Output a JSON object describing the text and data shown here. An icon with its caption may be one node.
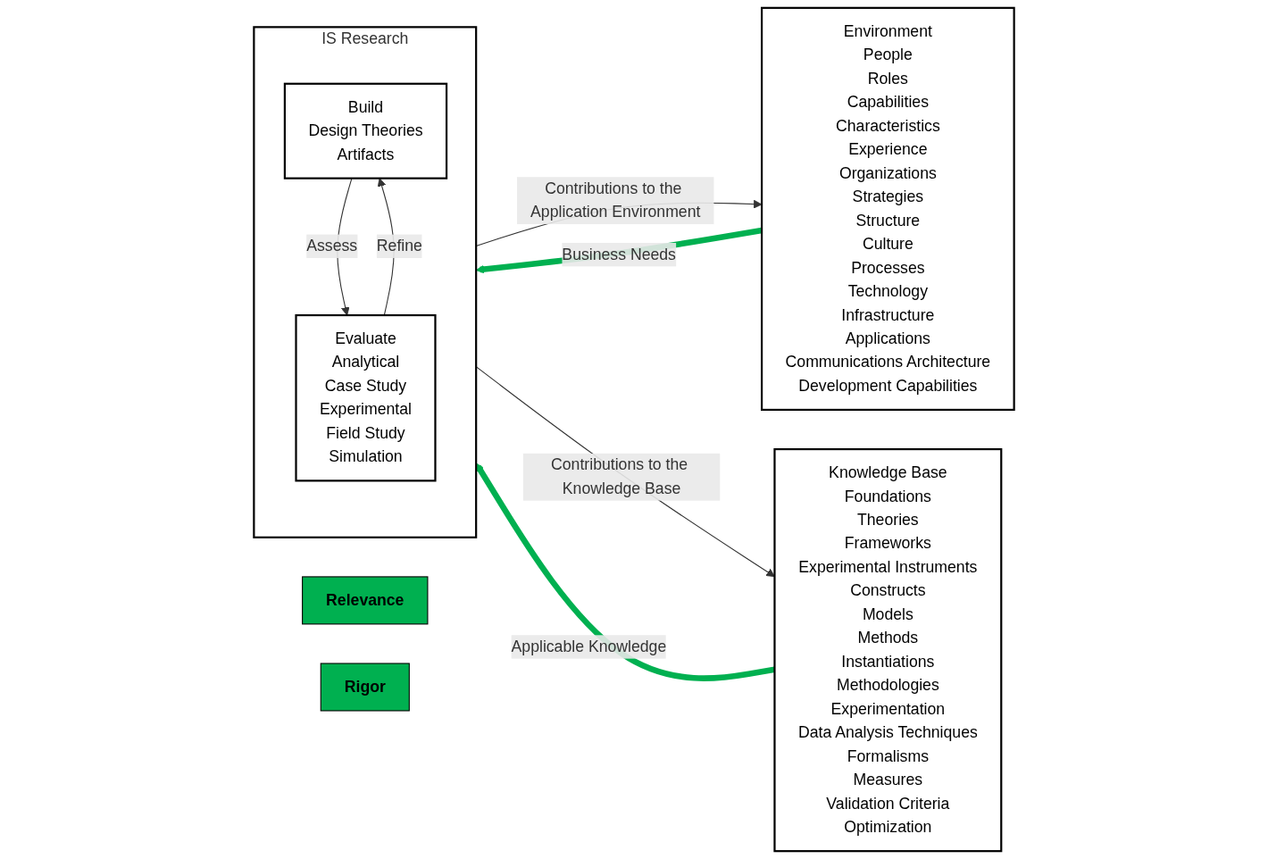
{
  "diagram": {
    "nodes": [
      {
        "text": [
          "Environment",
          "People",
          "Roles",
          "Capabilities",
          "Characteristics",
          "Experience",
          "Organizations",
          "Strategies",
          "Structure",
          "Culture",
          "Processes",
          "Technology",
          "Infrastructure",
          "Applications",
          "Communications Architecture",
          "Development Capabilities"
        ]
      },
      {
        "text": [
          "Relevance"
        ]
      },
      {
        "text": [
          "IS Research"
        ]
      },
      {
        "text": [
          "Build",
          "Design Theories",
          "Artifacts"
        ],
        "in": 2
      },
      {
        "text": [
          "Evaluate",
          "Analytical",
          "Case Study",
          "Experimental",
          "Field Study",
          "Simulation"
        ],
        "in": 2
      },
      {
        "text": [
          "Rigor"
        ]
      },
      {
        "text": [
          "Knowledge Base",
          "Foundations",
          "Theories",
          "Frameworks",
          "Experimental Instruments",
          "Constructs",
          "Models",
          "Methods",
          "Instantiations",
          "Methodologies",
          "Experimentation",
          "Data Analysis Techniques",
          "Formalisms",
          "Measures",
          "Validation Criteria",
          "Optimization"
        ]
      }
    ],
    "edges": [
      {
        "from": 0,
        "to": 2,
        "arrow": "to",
        "label": "Business Needs",
        "style": "thick",
        "color": "#00b050"
      },
      {
        "from": 3,
        "to": 4,
        "arrow": "to",
        "label": "Assess"
      },
      {
        "from": 4,
        "to": 3,
        "arrow": "to",
        "label": "Refine"
      },
      {
        "from": 6,
        "to": 2,
        "arrow": "to",
        "label": "Applicable Knowledge",
        "style": "thick",
        "color": "#00b050"
      },
      {
        "from": 2,
        "to": 0,
        "arrow": "to",
        "label": "Contributions to the Application Environment"
      },
      {
        "from": 2,
        "to": 6,
        "arrow": "to",
        "label": "Contributions to the Knowledge Base"
      }
    ]
  }
}
